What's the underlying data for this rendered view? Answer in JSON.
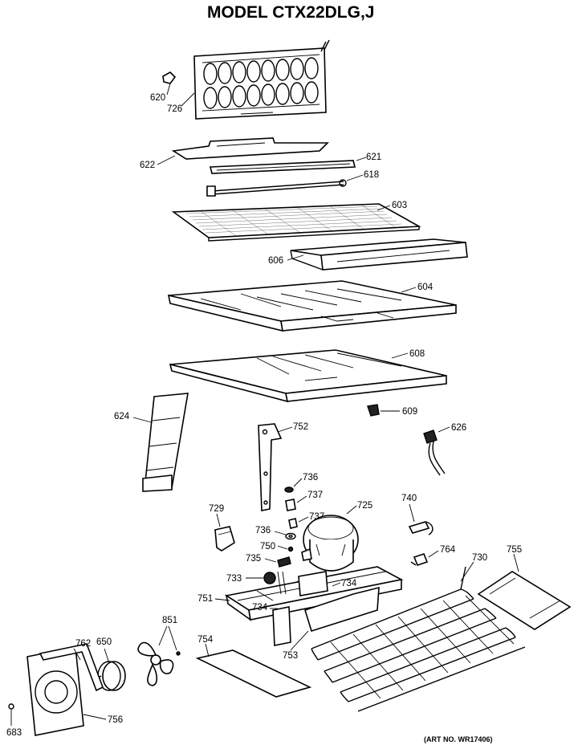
{
  "title": "MODEL CTX22DLG,J",
  "art_number": "(ART NO. WR17406)",
  "parts": {
    "p620": "620",
    "p726": "726",
    "p622": "622",
    "p621": "621",
    "p618": "618",
    "p603": "603",
    "p606": "606",
    "p604": "604",
    "p608": "608",
    "p609": "609",
    "p624": "624",
    "p752": "752",
    "p626": "626",
    "p736a": "736",
    "p737a": "737",
    "p737b": "737",
    "p729": "729",
    "p725": "725",
    "p740": "740",
    "p736b": "736",
    "p750": "750",
    "p735": "735",
    "p764": "764",
    "p730": "730",
    "p755": "755",
    "p733": "733",
    "p734a": "734",
    "p751": "751",
    "p734b": "734",
    "p851": "851",
    "p762": "762",
    "p650": "650",
    "p754": "754",
    "p753": "753",
    "p756": "756",
    "p683": "683"
  }
}
